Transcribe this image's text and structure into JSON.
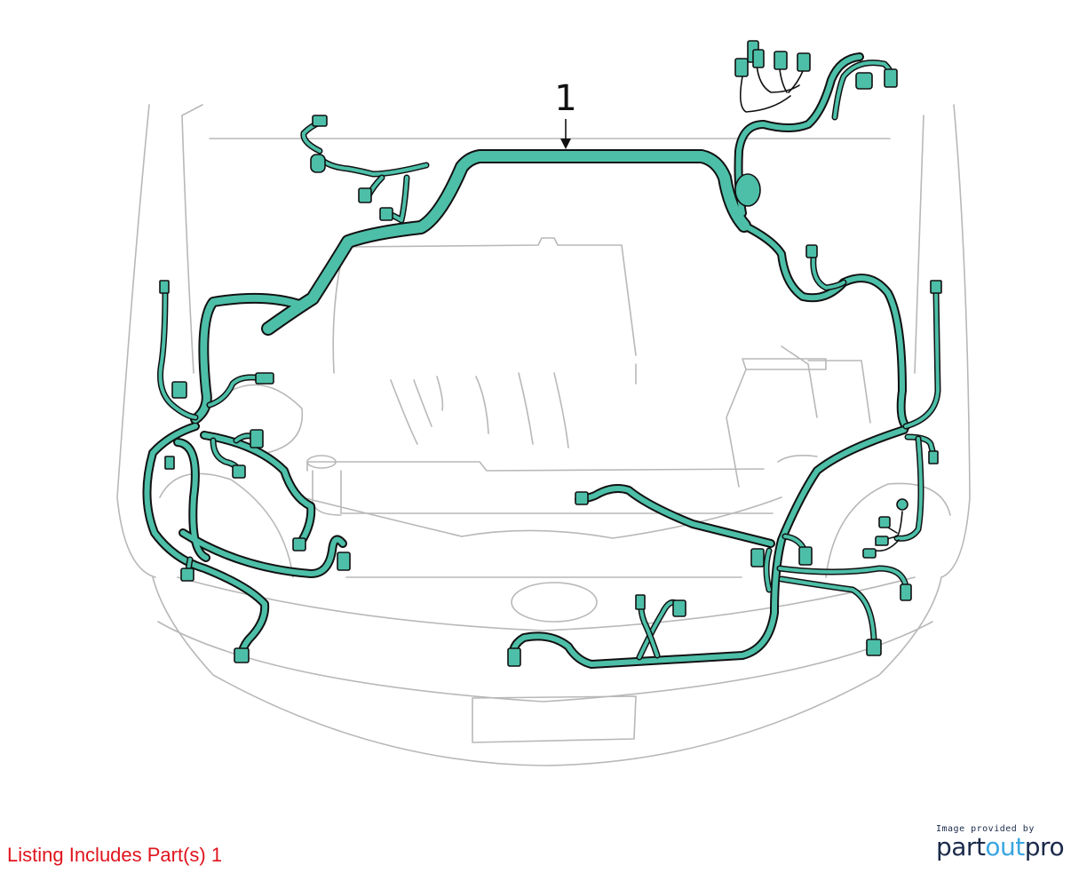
{
  "callout": {
    "label": "1"
  },
  "listing": {
    "text": "Listing Includes Part(s) 1"
  },
  "logo": {
    "caption": "Image provided by",
    "word_part1": "part",
    "word_part2": "out",
    "word_part3": "pro"
  },
  "colors": {
    "harness": "#4dbfa8",
    "outline": "#111111",
    "car_lines": "#b8b8b8",
    "listing_text": "#e0141e",
    "logo_dark": "#1a2a4a",
    "logo_accent": "#3aa6e0"
  }
}
